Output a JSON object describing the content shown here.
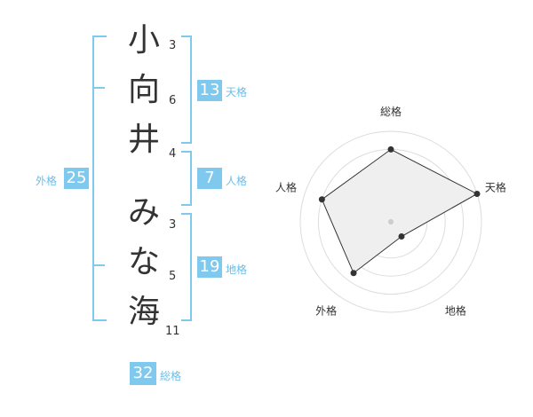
{
  "name": {
    "characters": [
      {
        "char": "小",
        "strokes": "3"
      },
      {
        "char": "向",
        "strokes": "6"
      },
      {
        "char": "井",
        "strokes": "4"
      },
      {
        "char": "み",
        "strokes": "3"
      },
      {
        "char": "な",
        "strokes": "5"
      },
      {
        "char": "海",
        "strokes": "11"
      }
    ]
  },
  "kaku": {
    "tenkaku": {
      "value": "13",
      "label": "天格"
    },
    "jinkaku": {
      "value": "7",
      "label": "人格"
    },
    "chikaku": {
      "value": "19",
      "label": "地格"
    },
    "gaikaku": {
      "value": "25",
      "label": "外格"
    },
    "soukaku": {
      "value": "32",
      "label": "総格"
    }
  },
  "chart_data": {
    "type": "radar",
    "axes": [
      "総格",
      "天格",
      "地格",
      "外格",
      "人格"
    ],
    "values": [
      4,
      5,
      1,
      3.5,
      4
    ],
    "rmax": 5,
    "colors": {
      "fill": "#efefef",
      "line": "#333333",
      "grid": "#dddddd",
      "accent": "#7fc8ee"
    }
  }
}
